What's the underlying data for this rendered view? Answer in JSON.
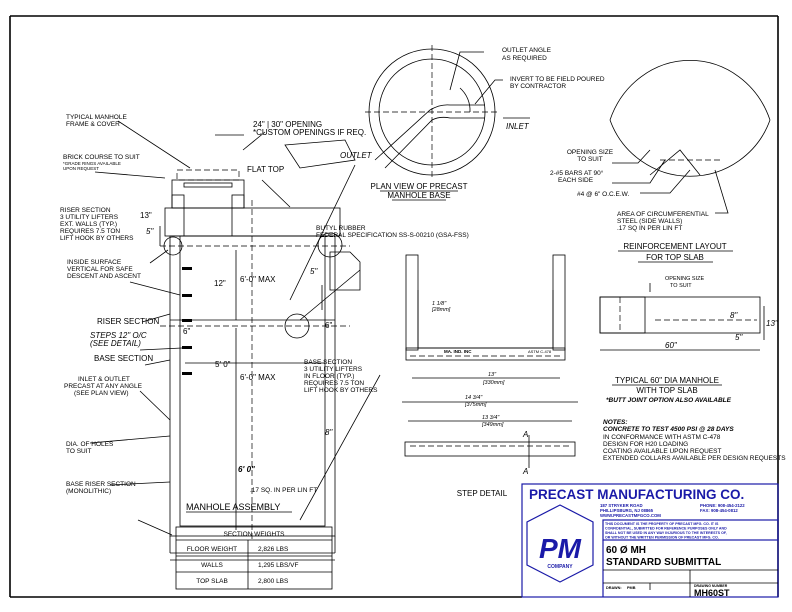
{
  "assembly": {
    "title": "MANHOLE ASSEMBLY",
    "labels": {
      "frame": [
        "TYPICAL MANHOLE",
        "FRAME & COVER"
      ],
      "opening": [
        "24\" | 30\" OPENING",
        "*CUSTOM OPENINGS IF REQ."
      ],
      "brick": [
        "BRICK COURSE TO SUIT",
        "*GRADE RINGS AVAILABLE",
        "UPON REQUEST"
      ],
      "flat_top": "FLAT TOP",
      "riser_lifters": [
        "RISER SECTION",
        "3 UTILITY LIFTERS",
        "EXT. WALLS (TYP.)",
        "REQUIRES 7.5 TON",
        "LIFT HOOK BY OTHERS"
      ],
      "inside_surface": [
        "INSIDE SURFACE",
        "VERTICAL FOR SAFE",
        "DESCENT AND ASCENT"
      ],
      "riser_section": "RISER SECTION",
      "steps": [
        "STEPS 12\" O/C",
        "(SEE DETAIL)"
      ],
      "base_section": "BASE SECTION",
      "inlet_outlet": [
        "INLET & OUTLET",
        "PRECAST AT ANY ANGLE",
        "(SEE PLAN VIEW)"
      ],
      "holes": [
        "DIA. OF HOLES",
        "TO SUIT"
      ],
      "base_riser": [
        "BASE RISER SECTION",
        "(MONOLITHIC)"
      ],
      "base_lifters": [
        "BASE SECTION",
        "3 UTILITY LIFTERS",
        "IN FLOOR (TYP.)",
        "REQUIRES 7.5 TON",
        "LIFT HOOK BY OTHERS"
      ],
      "butyl": [
        "BUTYL RUBBER",
        "FEDERAL SPECIFICATION SS-S-00210 (GSA-FSS)"
      ],
      "outlet": "OUTLET",
      "steel": ".17 SQ. IN PER LIN FT"
    },
    "dims": {
      "d13": "13\"",
      "d5": "5\"",
      "d12": "12\"",
      "d6a": "6\"",
      "d6b": "6\"",
      "d5b": "5\"",
      "max1": "6'-0\" MAX",
      "max2": "6'-0\" MAX",
      "inner": "5' 0\"",
      "outer": "6' 0\"",
      "d8": "8\""
    }
  },
  "weights": {
    "title": "SECTION WEIGHTS",
    "rows": [
      {
        "label": "FLOOR WEIGHT",
        "value": "2,826 LBS"
      },
      {
        "label": "WALLS",
        "value": "1,295 LBS/VF"
      },
      {
        "label": "TOP SLAB",
        "value": "2,800 LBS"
      }
    ]
  },
  "plan": {
    "title": [
      "PLAN VIEW OF PRECAST",
      "MANHOLE BASE"
    ],
    "outlet_angle": [
      "OUTLET ANGLE",
      "AS REQUIRED"
    ],
    "invert": [
      "INVERT TO BE FIELD POURED",
      "BY CONTRACTOR"
    ],
    "inlet": "INLET"
  },
  "reinforcement": {
    "title": [
      "REINFORCEMENT LAYOUT",
      "FOR TOP SLAB"
    ],
    "opening": [
      "OPENING SIZE",
      "TO SUIT"
    ],
    "bars": [
      "2-#5 BARS AT 90°",
      "EACH SIDE"
    ],
    "mesh": "#4 @ 6\" O.C.E.W.",
    "area": [
      "AREA OF CIRCUMFERENTIAL",
      "STEEL (SIDE WALLS)",
      ".17 SQ IN PER LIN FT"
    ]
  },
  "top_slab": {
    "opening": [
      "OPENING SIZE",
      "TO SUIT"
    ],
    "d8": "8\"",
    "d13": "13\"",
    "d5": "5\"",
    "d60": "60\"",
    "title": [
      "TYPICAL 60\" DIA MANHOLE",
      "WITH TOP SLAB"
    ],
    "note": "*BUTT JOINT OPTION ALSO AVAILABLE"
  },
  "step_detail": {
    "title": "STEP DETAIL",
    "d1": [
      "1 1/8\"",
      "[28mm]"
    ],
    "d2": [
      "13\"",
      "[330mm]"
    ],
    "d3": [
      "14 3/4\"",
      "[375mm]"
    ],
    "d4": [
      "13 3/4\"",
      "[349mm]"
    ],
    "mark": "MA. IND. INC",
    "astm": "ASTM C-478",
    "section": "A"
  },
  "notes": {
    "heading": "NOTES:",
    "bold": "CONCRETE TO TEST 4500 PSI @ 28 DAYS",
    "lines": [
      "IN CONFORMANCE WITH ASTM C-478",
      "DESIGN FOR H20 LOADING",
      "COATING AVAILABLE UPON REQUEST",
      "EXTENDED COLLARS AVAILABLE PER DESIGN REQUESTS"
    ]
  },
  "title_block": {
    "company": "PRECAST MANUFACTURING CO.",
    "address": [
      "187 STRYKER ROAD",
      "PHILLIPSBURG, NJ 08865",
      "WWW.PRECASTMFGCO.COM"
    ],
    "phone": "PHONE: 908-454-2122",
    "fax": "FAX: 908-454-0812",
    "disclaimer": [
      "THIS DOCUMENT IS THE PROPERTY OF PRECAST MFG. CO. IT IS",
      "CONFIDENTIAL, SUBMITTED FOR REFERENCE PURPOSES ONLY AND",
      "SHALL NOT BE USED IN ANY WAY INJURIOUS TO THE INTERESTS OF,",
      "OR WITHOUT THE WRITTEN PERMISSION OF PRECAST MFG. CO."
    ],
    "drawing_title": [
      "60 Ø MH",
      "STANDARD SUBMITTAL"
    ],
    "drawn_label": "DRAWN:",
    "drawn_value": "PMB",
    "number_label": "DRAWING NUMBER",
    "number": "MH60ST",
    "logo_text": [
      "PM",
      "COMPANY"
    ],
    "brand_color": "#1a1aa8"
  }
}
